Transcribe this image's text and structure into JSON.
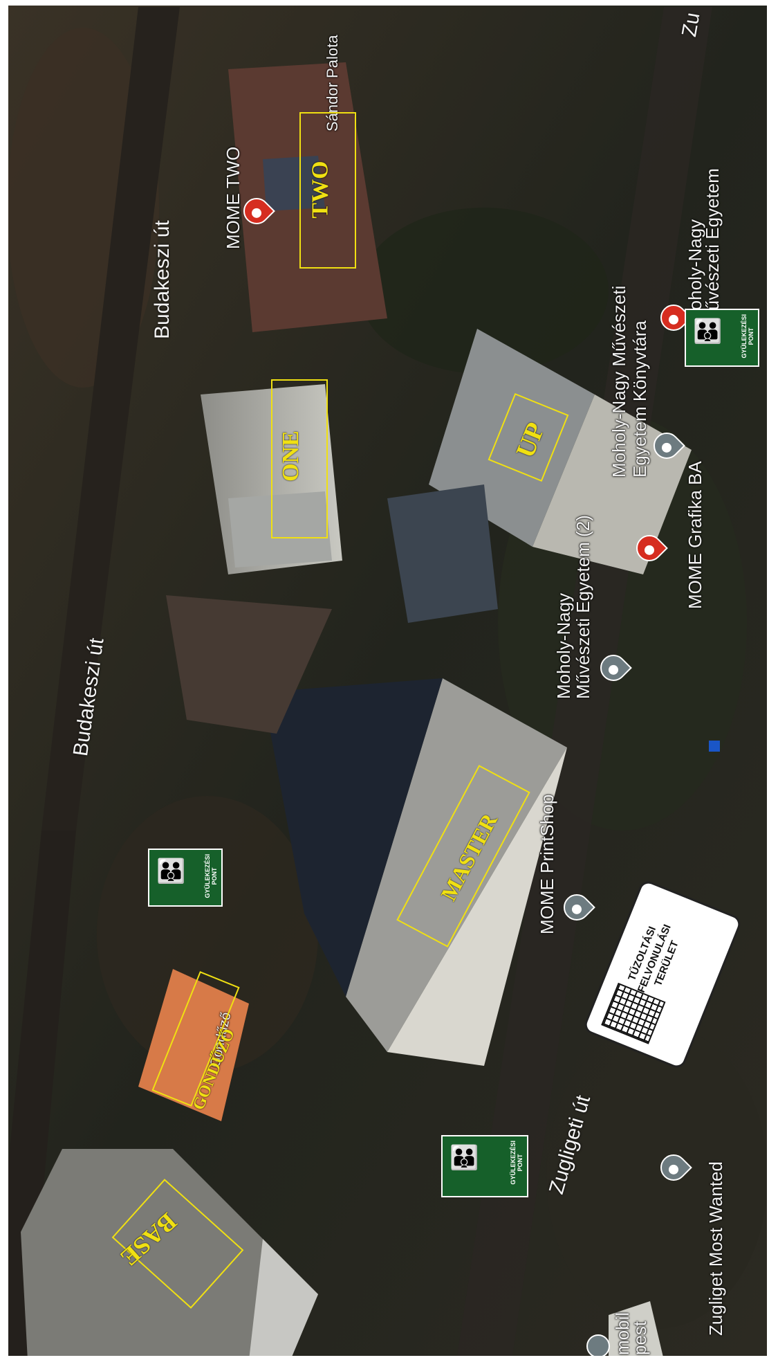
{
  "map": {
    "roads": [
      "Budakeszi út",
      "Budakeszi út",
      "Zugligeti út",
      "Zu"
    ],
    "places": {
      "sandor": "Sándor Palota",
      "mome_two": "MOME TWO",
      "moholy_1": "Moholy-Nagy",
      "moholy_1b": "Művészeti Egyetem",
      "konyvtar_1": "Moholy-Nagy Művészeti",
      "konyvtar_2": "Egyetem Könyvtára",
      "grafika": "MOME Grafika BA",
      "moholy_2a": "Moholy-Nagy",
      "moholy_2b": "Művészeti Egyetem (2)",
      "printshop": "MOME PrintShop",
      "gonduzo_small": "Gondűző",
      "zugliget": "Zugliget Most Wanted",
      "mobil_a": "mobil",
      "mobil_b": "pest"
    },
    "buildings": [
      "TWO",
      "ONE",
      "UP",
      "MASTER",
      "GONDŰZŐ",
      "BASE"
    ],
    "assembly_label": [
      "GYÜLEKEZÉSI",
      "PONT"
    ],
    "fire_sign": [
      "TŰZOLTÁSI",
      "FELVONULÁSI",
      "TERÜLET"
    ],
    "colors": {
      "label_yellow": "#f0e012",
      "assembly_green": "#16602a",
      "pin_red": "#d62d20",
      "pin_gray": "#6d7b80"
    },
    "icons": [
      "map-pin-icon",
      "assembly-point-icon",
      "fire-truck-icon",
      "bus-stop-icon"
    ]
  }
}
